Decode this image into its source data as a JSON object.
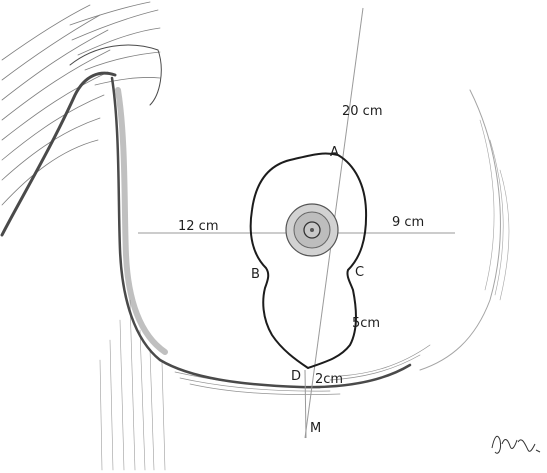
{
  "measurements": {
    "radial": "20 cm",
    "left": "12 cm",
    "right": "9 cm",
    "lower": "5cm",
    "bottom": "2cm"
  },
  "points": {
    "a": "A",
    "b": "B",
    "c": "C",
    "d": "D",
    "m": "M"
  },
  "colors": {
    "ink": "#1c1c1c",
    "pencil": "#4a4a4a",
    "guide": "#9a9a9a",
    "areola": "#8c8c8c"
  },
  "artist_signature": "signature"
}
